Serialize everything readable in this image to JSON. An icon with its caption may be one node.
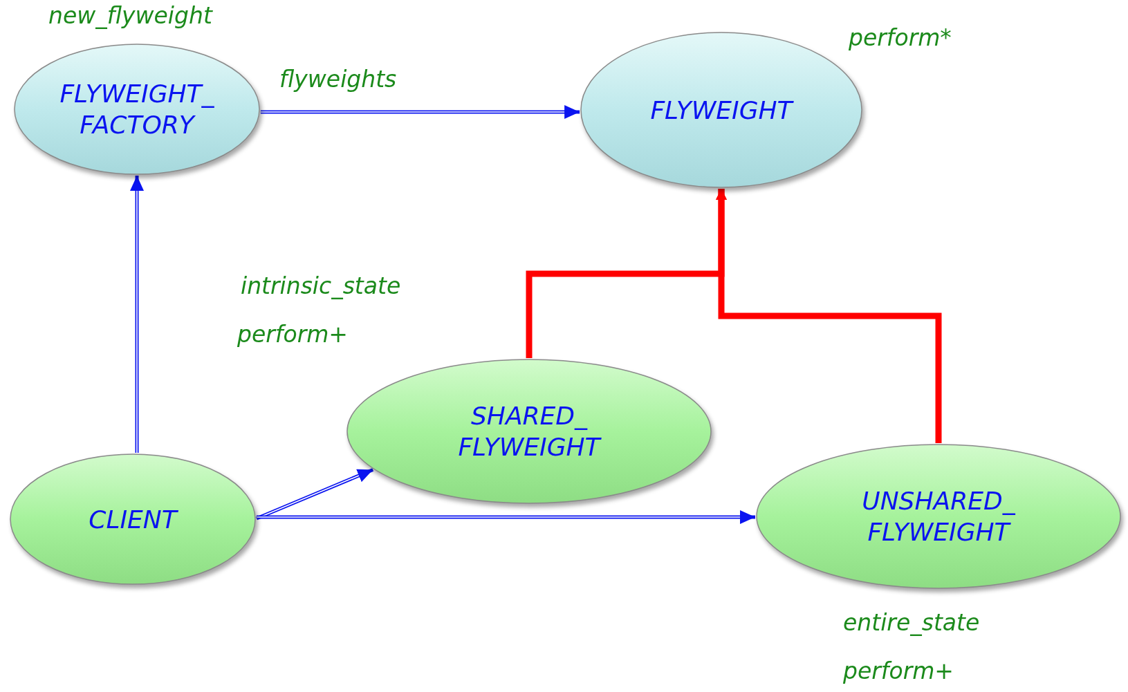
{
  "diagram": {
    "nodes": [
      {
        "text": [
          "FLYWEIGHT_ FACTORY"
        ],
        "beside": [
          "new_flyweight"
        ]
      },
      {
        "text": [
          "FLYWEIGHT"
        ],
        "beside": [
          "perform*"
        ]
      },
      {
        "text": [
          "SHARED_ FLYWEIGHT"
        ],
        "beside": [
          "intrinsic_state",
          "perform+"
        ]
      },
      {
        "text": [
          "CLIENT"
        ]
      },
      {
        "text": [
          "UNSHARED_ FLYWEIGHT"
        ],
        "beside": [
          "entire_state",
          "perform+"
        ]
      }
    ],
    "edges": [
      {
        "from": 0,
        "to": 1,
        "arrow": "to",
        "label": "flyweights"
      },
      {
        "from": 3,
        "to": 0,
        "arrow": "to"
      },
      {
        "from": 3,
        "to": 2,
        "arrow": "to"
      },
      {
        "from": 3,
        "to": 4,
        "arrow": "to"
      },
      {
        "from": 2,
        "to": 1,
        "arrow": "to",
        "style": "thick",
        "color": "#ff0000"
      },
      {
        "from": 4,
        "to": 1,
        "arrow": "to",
        "style": "thick",
        "color": "#ff0000"
      }
    ]
  }
}
